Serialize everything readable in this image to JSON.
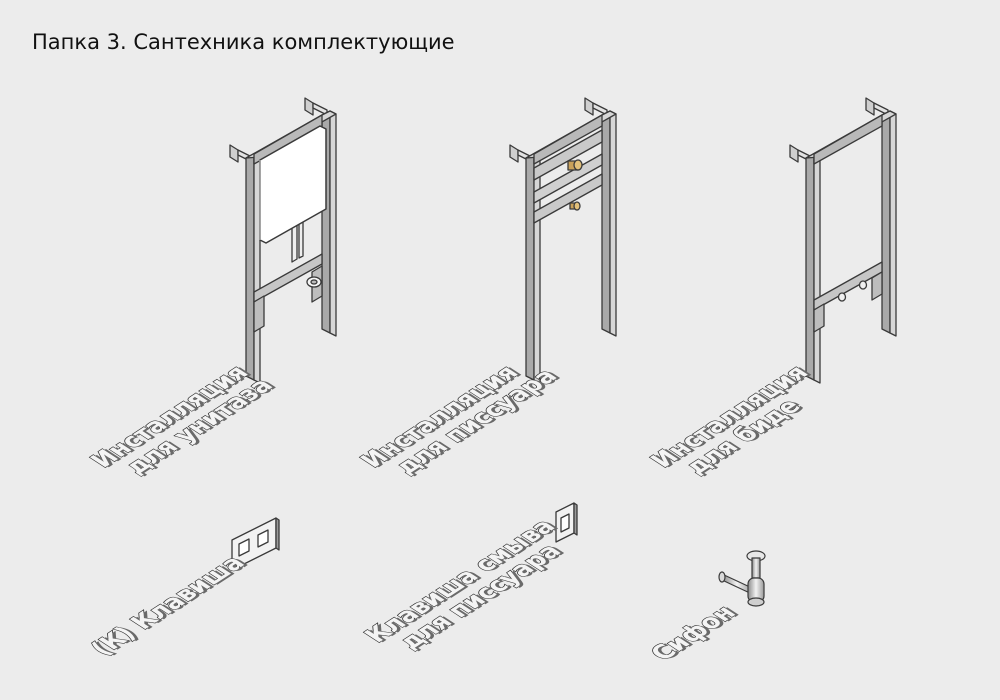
{
  "page": {
    "title": "Папка 3. Сантехника комплектующие"
  },
  "items": [
    {
      "id": "toilet-installation",
      "line1": "Инсталляция",
      "line2": "для унитаза"
    },
    {
      "id": "urinal-installation",
      "line1": "Инсталляция",
      "line2": "для писсуара"
    },
    {
      "id": "bidet-installation",
      "line1": "Инсталляция",
      "line2": "для биде"
    },
    {
      "id": "flush-button",
      "line1": "(К) Клавиша",
      "line2": ""
    },
    {
      "id": "urinal-flush-button",
      "line1": "Клавиша смыва",
      "line2": "для писсуара"
    },
    {
      "id": "siphon",
      "line1": "Сифон",
      "line2": ""
    }
  ],
  "colors": {
    "background": "#ececec",
    "frame_side": "#a9a9a9",
    "frame_front": "#d6d6d6",
    "outline": "#3a3a3a",
    "cistern": "#ffffff",
    "brass": "#c9a15a"
  },
  "icons": {
    "toilet-installation": "wall-frame-with-cistern-icon",
    "urinal-installation": "wall-frame-with-pipes-icon",
    "bidet-installation": "wall-frame-icon",
    "flush-button": "dual-flush-plate-icon",
    "urinal-flush-button": "single-flush-plate-icon",
    "siphon": "bottle-siphon-icon"
  }
}
